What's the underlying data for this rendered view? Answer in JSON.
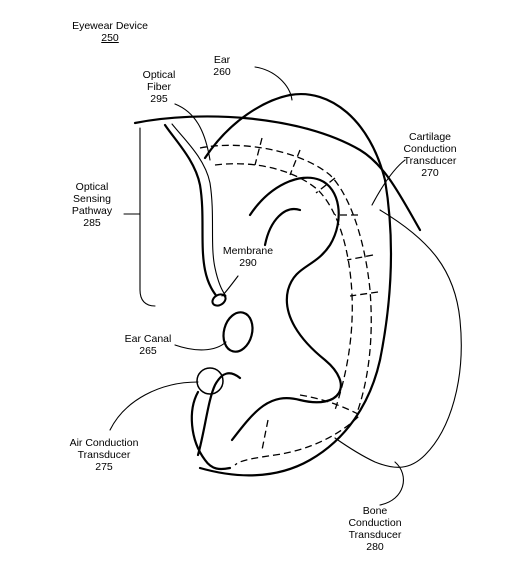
{
  "labels": {
    "eyewear": {
      "name": "Eyewear Device",
      "num": "250"
    },
    "ear": {
      "name": "Ear",
      "num": "260"
    },
    "fiber": {
      "line1": "Optical",
      "line2": "Fiber",
      "num": "295"
    },
    "cartilage": {
      "line1": "Cartilage",
      "line2": "Conduction",
      "line3": "Transducer",
      "num": "270"
    },
    "pathway": {
      "line1": "Optical",
      "line2": "Sensing",
      "line3": "Pathway",
      "num": "285"
    },
    "membrane": {
      "name": "Membrane",
      "num": "290"
    },
    "canal": {
      "name": "Ear Canal",
      "num": "265"
    },
    "air": {
      "line1": "Air Conduction",
      "line2": "Transducer",
      "num": "275"
    },
    "bone": {
      "line1": "Bone",
      "line2": "Conduction",
      "line3": "Transducer",
      "num": "280"
    }
  },
  "colors": {
    "ink": "#000000",
    "background": "#ffffff"
  }
}
